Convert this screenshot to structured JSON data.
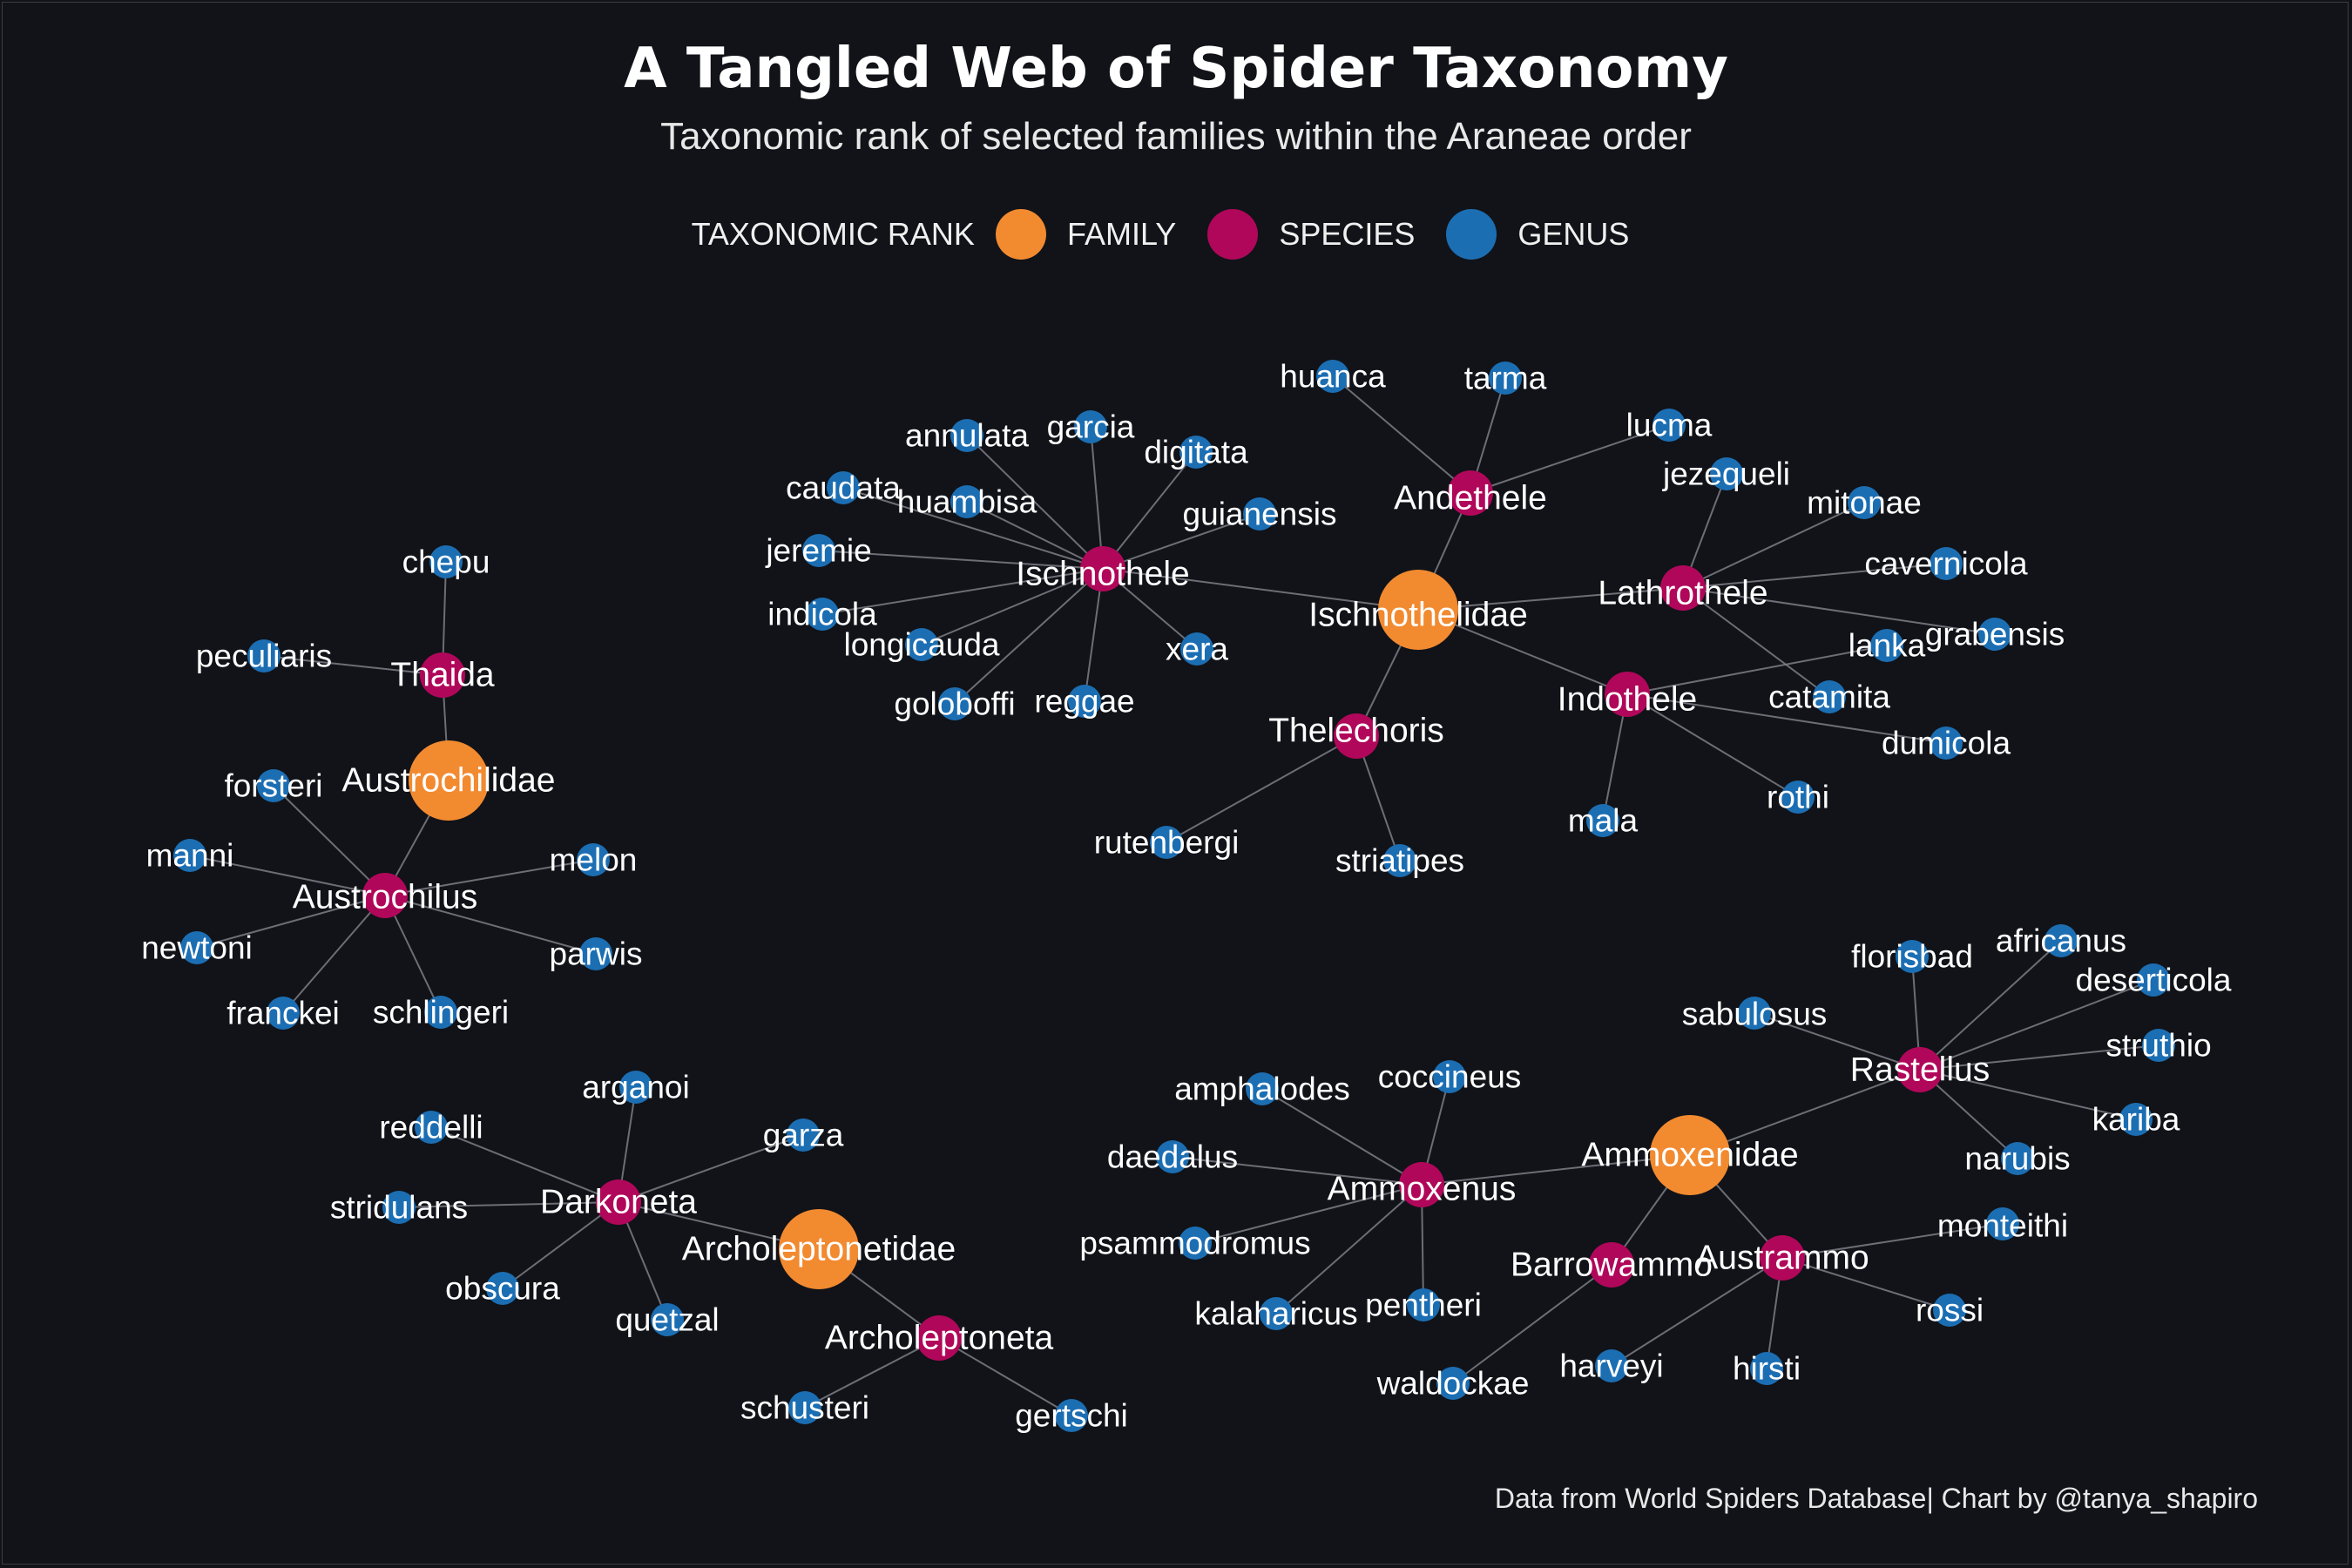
{
  "title": "A Tangled Web of Spider Taxonomy",
  "subtitle": "Taxonomic rank of selected families within the Araneae order",
  "legend": {
    "title": "TAXONOMIC RANK",
    "items": [
      {
        "label": "FAMILY",
        "color": "#f28a30"
      },
      {
        "label": "SPECIES",
        "color": "#b0075a"
      },
      {
        "label": "GENUS",
        "color": "#1c6eb3"
      }
    ]
  },
  "caption": "Data from World Spiders Database| Chart by @tanya_shapiro",
  "colors": {
    "background": "#111318",
    "edge": "#7c7f86",
    "family": "#f28a30",
    "species": "#b0075a",
    "genus": "#1c6eb3"
  },
  "network": {
    "families": [
      {
        "name": "Ischnothelidae",
        "species": [
          {
            "name": "Ischnothele",
            "genera": [
              "annulata",
              "garcia",
              "digitata",
              "caudata",
              "huambisa",
              "guianensis",
              "jeremie",
              "indicola",
              "longicauda",
              "xera",
              "goloboffi",
              "reggae"
            ]
          },
          {
            "name": "Andethele",
            "genera": [
              "huanca",
              "tarma",
              "lucma"
            ]
          },
          {
            "name": "Lathrothele",
            "genera": [
              "jezequeli",
              "mitonae",
              "cavernicola",
              "grabensis",
              "catamita"
            ]
          },
          {
            "name": "Indothele",
            "genera": [
              "lanka",
              "dumicola",
              "rothi",
              "mala"
            ]
          },
          {
            "name": "Thelechoris",
            "genera": [
              "rutenbergi",
              "striatipes"
            ]
          }
        ]
      },
      {
        "name": "Austrochilidae",
        "species": [
          {
            "name": "Thaida",
            "genera": [
              "chepu",
              "peculiaris"
            ]
          },
          {
            "name": "Austrochilus",
            "genera": [
              "forsteri",
              "manni",
              "melon",
              "newtoni",
              "parwis",
              "franckei",
              "schlingeri"
            ]
          }
        ]
      },
      {
        "name": "Archoleptonetidae",
        "species": [
          {
            "name": "Darkoneta",
            "genera": [
              "arganoi",
              "reddelli",
              "garza",
              "stridulans",
              "obscura",
              "quetzal"
            ]
          },
          {
            "name": "Archoleptoneta",
            "genera": [
              "schusteri",
              "gertschi"
            ]
          }
        ]
      },
      {
        "name": "Ammoxenidae",
        "species": [
          {
            "name": "Ammoxenus",
            "genera": [
              "amphalodes",
              "coccineus",
              "daedalus",
              "psammodromus",
              "kalaharicus",
              "pentheri"
            ]
          },
          {
            "name": "Rastellus",
            "genera": [
              "florisbad",
              "africanus",
              "deserticola",
              "sabulosus",
              "struthio",
              "kariba",
              "narubis"
            ]
          },
          {
            "name": "Austrammo",
            "genera": [
              "monteithi",
              "rossi",
              "hirsti",
              "harveyi"
            ]
          },
          {
            "name": "Barrowammo",
            "genera": [
              "waldockae"
            ]
          }
        ]
      }
    ]
  }
}
